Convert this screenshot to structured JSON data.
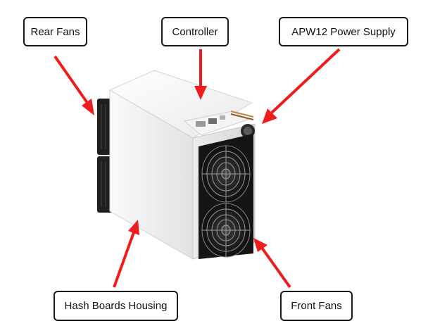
{
  "labels": {
    "rear_fans": "Rear Fans",
    "controller": "Controller",
    "power_supply": "APW12 Power Supply",
    "hash_boards_housing": "Hash Boards Housing",
    "front_fans": "Front Fans"
  },
  "colors": {
    "arrow": "#ee1c1c",
    "box_border": "#1a1a1a",
    "chassis_light": "#f2f2f2",
    "chassis_side": "#e6e6e6",
    "fan_dark": "#1c1c1c"
  }
}
